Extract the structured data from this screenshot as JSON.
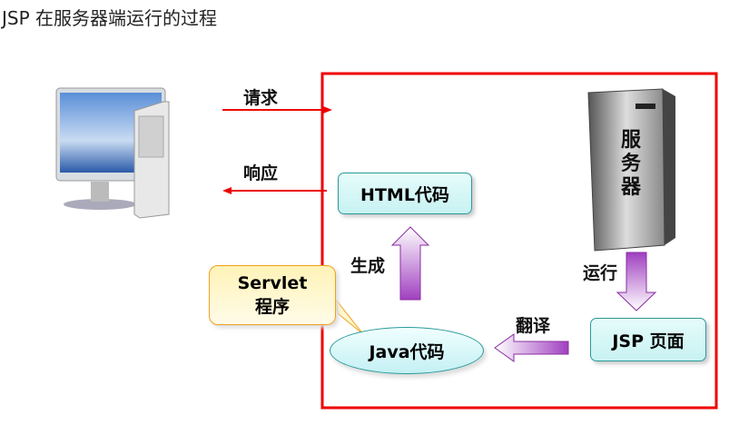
{
  "title": "JSP 在服务器端运行的过程",
  "labels": {
    "request": "请求",
    "response": "响应",
    "generate": "生成",
    "run": "运行",
    "translate": "翻译"
  },
  "nodes": {
    "html_code": "HTML代码",
    "java_code": "Java代码",
    "jsp_page": "JSP 页面",
    "server": "服务器",
    "servlet_line1": "Servlet",
    "servlet_line2": "程序"
  },
  "colors": {
    "frame": "#ee0000",
    "arrow_purple": "#9b3fb0",
    "teal": "#2a9a9a"
  }
}
